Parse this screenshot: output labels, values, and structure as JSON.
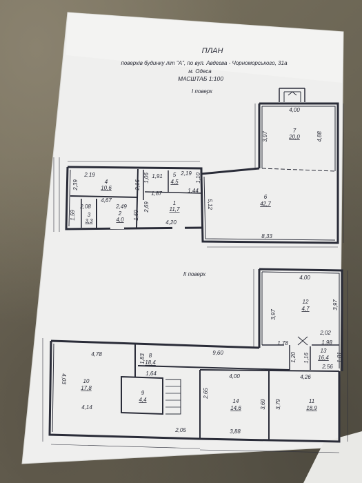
{
  "header": {
    "title": "ПЛАН",
    "subtitle": "поверхів будинку літ \"А\", по вул. Авдєєва - Чорноморського, 31а",
    "city": "м. Одеса",
    "scale": "МАСШТАБ 1:100"
  },
  "floor1": {
    "label": "I поверх",
    "rooms": [
      {
        "num": "1",
        "area": "11,7"
      },
      {
        "num": "2",
        "area": "4,0"
      },
      {
        "num": "3",
        "area": "3,3"
      },
      {
        "num": "4",
        "area": "10,6"
      },
      {
        "num": "5",
        "area": "4,5"
      },
      {
        "num": "6",
        "area": "42,7"
      },
      {
        "num": "7",
        "area": "20,0"
      }
    ],
    "dims": [
      "4,00",
      "3,97",
      "4,88",
      "2,19",
      "2,39",
      "4,67",
      "2,16",
      "1,06",
      "1,91",
      "2,19",
      "1,10",
      "1,87",
      "1,44",
      "5,12",
      "2,08",
      "2,49",
      "1,59",
      "1,59",
      "2,69",
      "4,20",
      "8,33"
    ]
  },
  "floor2": {
    "label": "II поверх",
    "rooms": [
      {
        "num": "8",
        "area": "18,4"
      },
      {
        "num": "9",
        "area": "4,4"
      },
      {
        "num": "10",
        "area": "17,8"
      },
      {
        "num": "11",
        "area": "18,9"
      },
      {
        "num": "12",
        "area": "4,7"
      },
      {
        "num": "13",
        "area": "16,4"
      },
      {
        "num": "14",
        "area": "14,6"
      }
    ],
    "dims": [
      "4,00",
      "3,97",
      "3,97",
      "2,02",
      "1,78",
      "1,98",
      "1,16",
      "1,81",
      "2,56",
      "1,20",
      "4,78",
      "1,83",
      "9,60",
      "1,64",
      "4,03",
      "4,14",
      "2,05",
      "4,00",
      "4,26",
      "2,65",
      "3,69",
      "3,79",
      "3,88"
    ]
  }
}
